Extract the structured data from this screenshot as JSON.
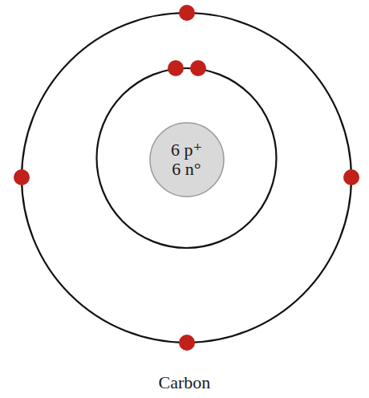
{
  "diagram": {
    "caption": "Carbon",
    "nodes": [
      {
        "text": [
          "6 p⁺",
          "6 n°"
        ]
      }
    ]
  }
}
